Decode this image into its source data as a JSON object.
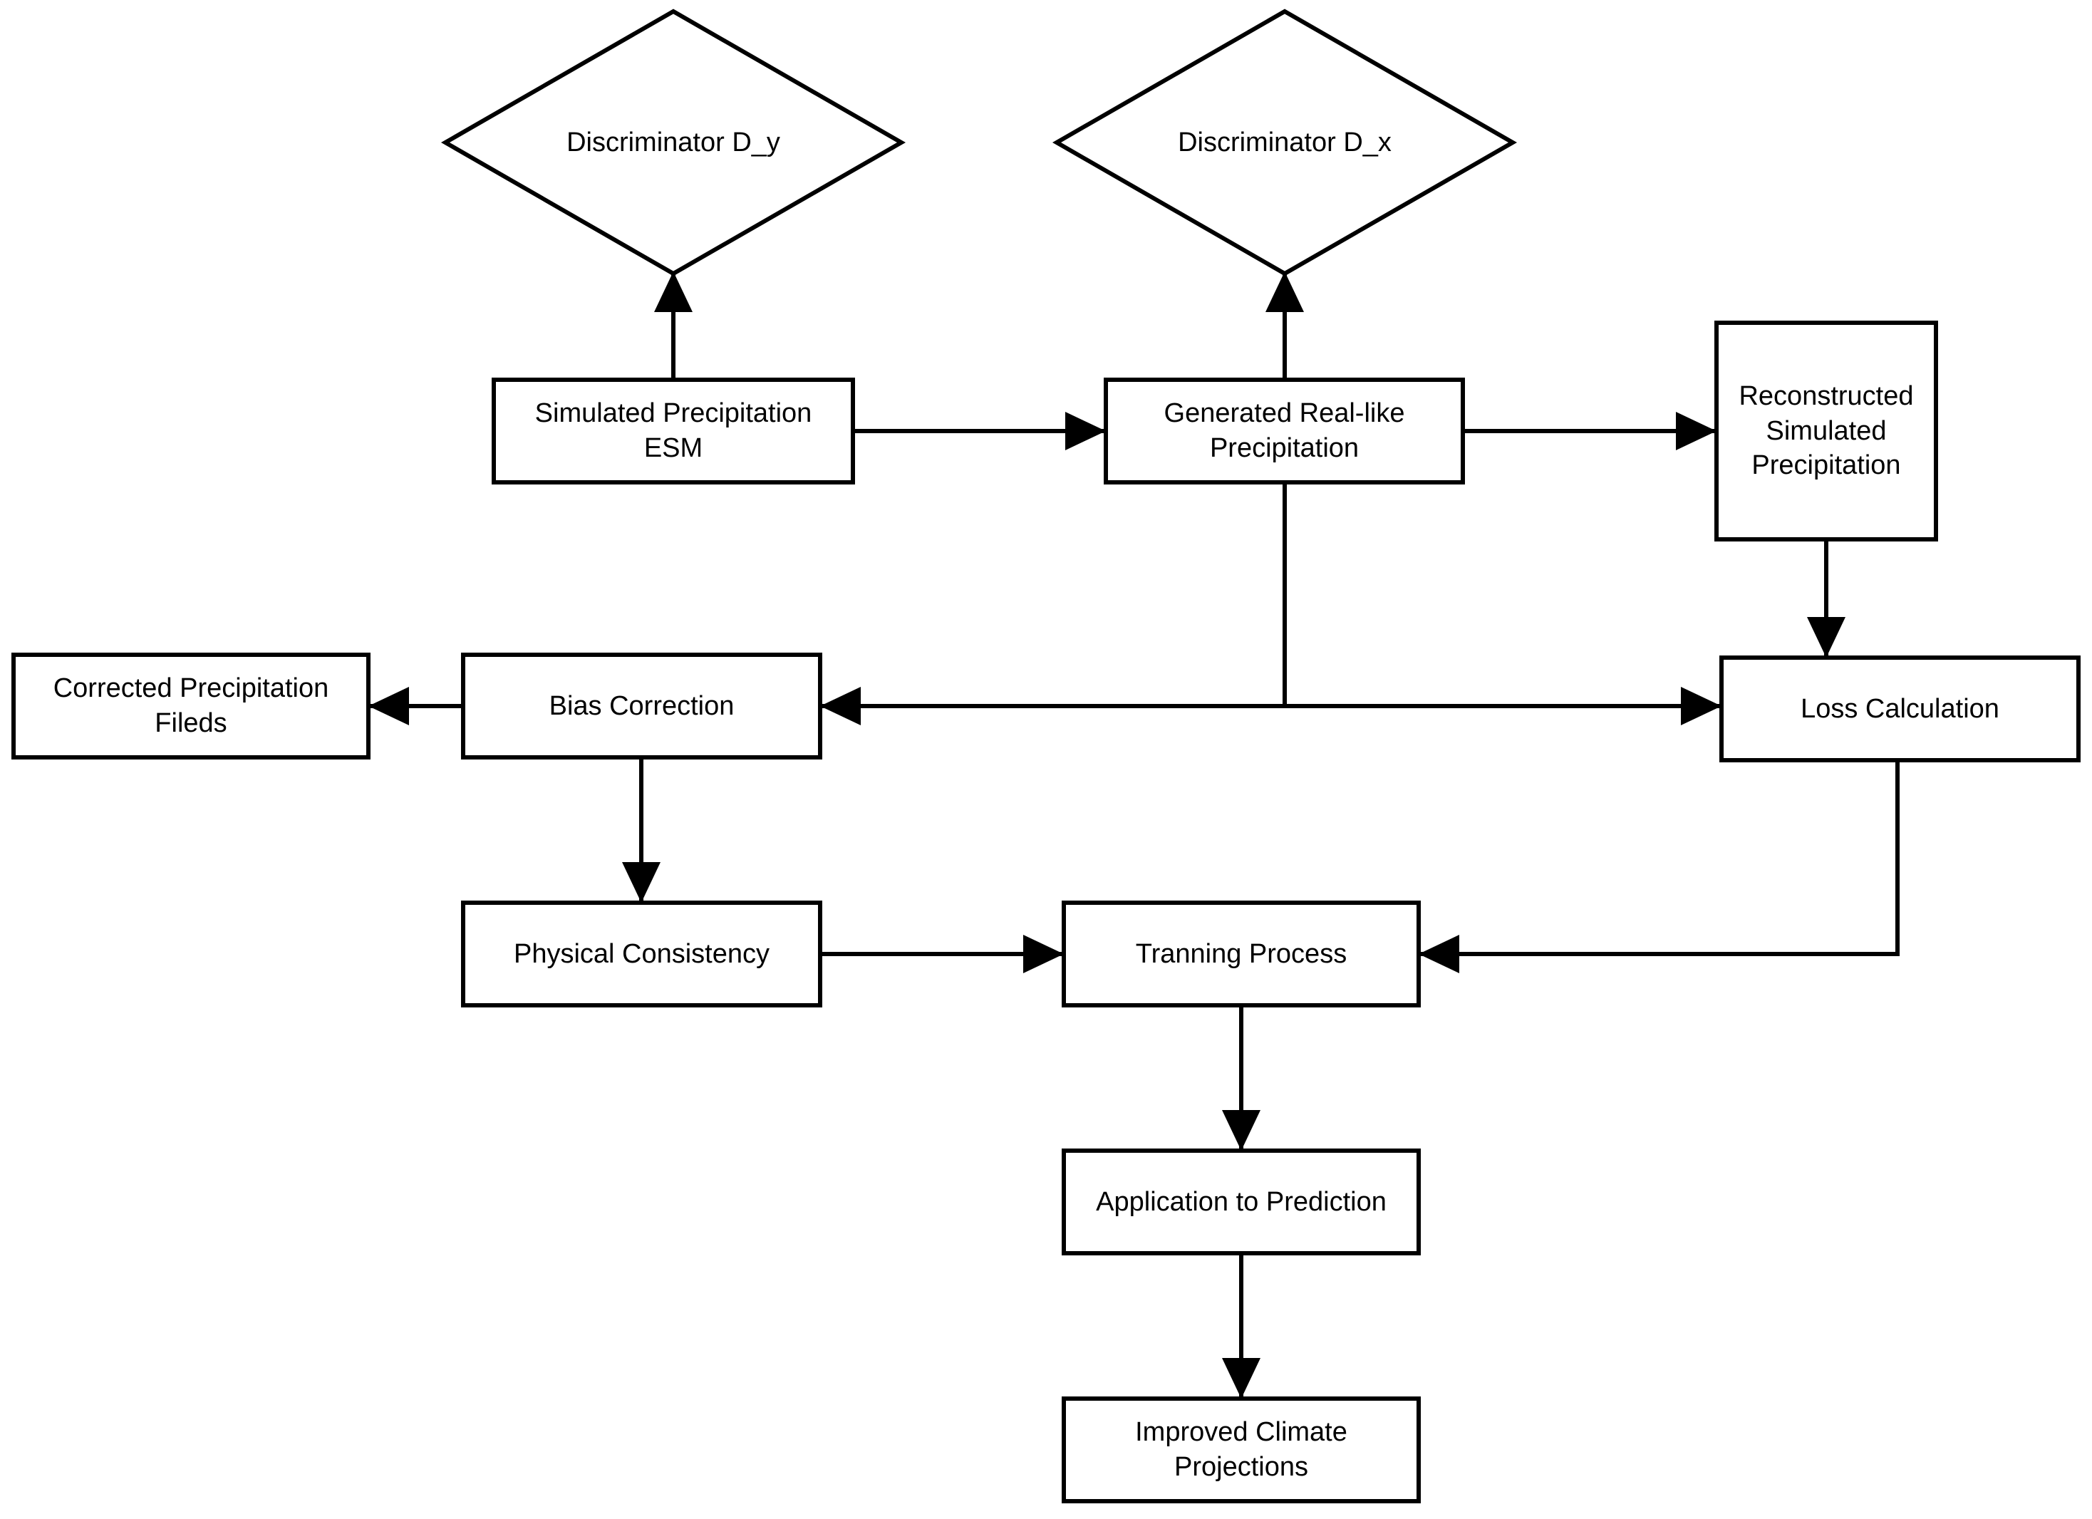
{
  "diagram": {
    "background_color": "#ffffff",
    "line_color": "#000000",
    "nodes": {
      "dy": {
        "label": "Discriminator D_y",
        "shape": "diamond"
      },
      "dx": {
        "label": "Discriminator D_x",
        "shape": "diamond"
      },
      "esm": {
        "label": "Simulated Precipitation\nESM",
        "shape": "rect"
      },
      "generated": {
        "label": "Generated Real-like\nPrecipitation",
        "shape": "rect"
      },
      "reconstructed": {
        "label": "Reconstructed\nSimulated\nPrecipitation",
        "shape": "rect"
      },
      "corrected": {
        "label": "Corrected Precipitation\nFileds",
        "shape": "rect"
      },
      "bias": {
        "label": "Bias Correction",
        "shape": "rect"
      },
      "loss": {
        "label": "Loss Calculation",
        "shape": "rect"
      },
      "physical": {
        "label": "Physical Consistency",
        "shape": "rect"
      },
      "tranning": {
        "label": "Tranning Process",
        "shape": "rect"
      },
      "application": {
        "label": "Application to Prediction",
        "shape": "rect"
      },
      "improved": {
        "label": "Improved Climate\nProjections",
        "shape": "rect"
      }
    },
    "connections": [
      {
        "from": "esm",
        "to": "dy"
      },
      {
        "from": "generated",
        "to": "dx"
      },
      {
        "from": "esm",
        "to": "generated"
      },
      {
        "from": "generated",
        "to": "reconstructed"
      },
      {
        "from": "reconstructed",
        "to": "loss"
      },
      {
        "from": "generated",
        "to": "bias"
      },
      {
        "from": "generated",
        "to": "loss"
      },
      {
        "from": "bias",
        "to": "corrected"
      },
      {
        "from": "bias",
        "to": "physical"
      },
      {
        "from": "physical",
        "to": "tranning"
      },
      {
        "from": "loss",
        "to": "tranning"
      },
      {
        "from": "tranning",
        "to": "application"
      },
      {
        "from": "application",
        "to": "improved"
      }
    ]
  }
}
